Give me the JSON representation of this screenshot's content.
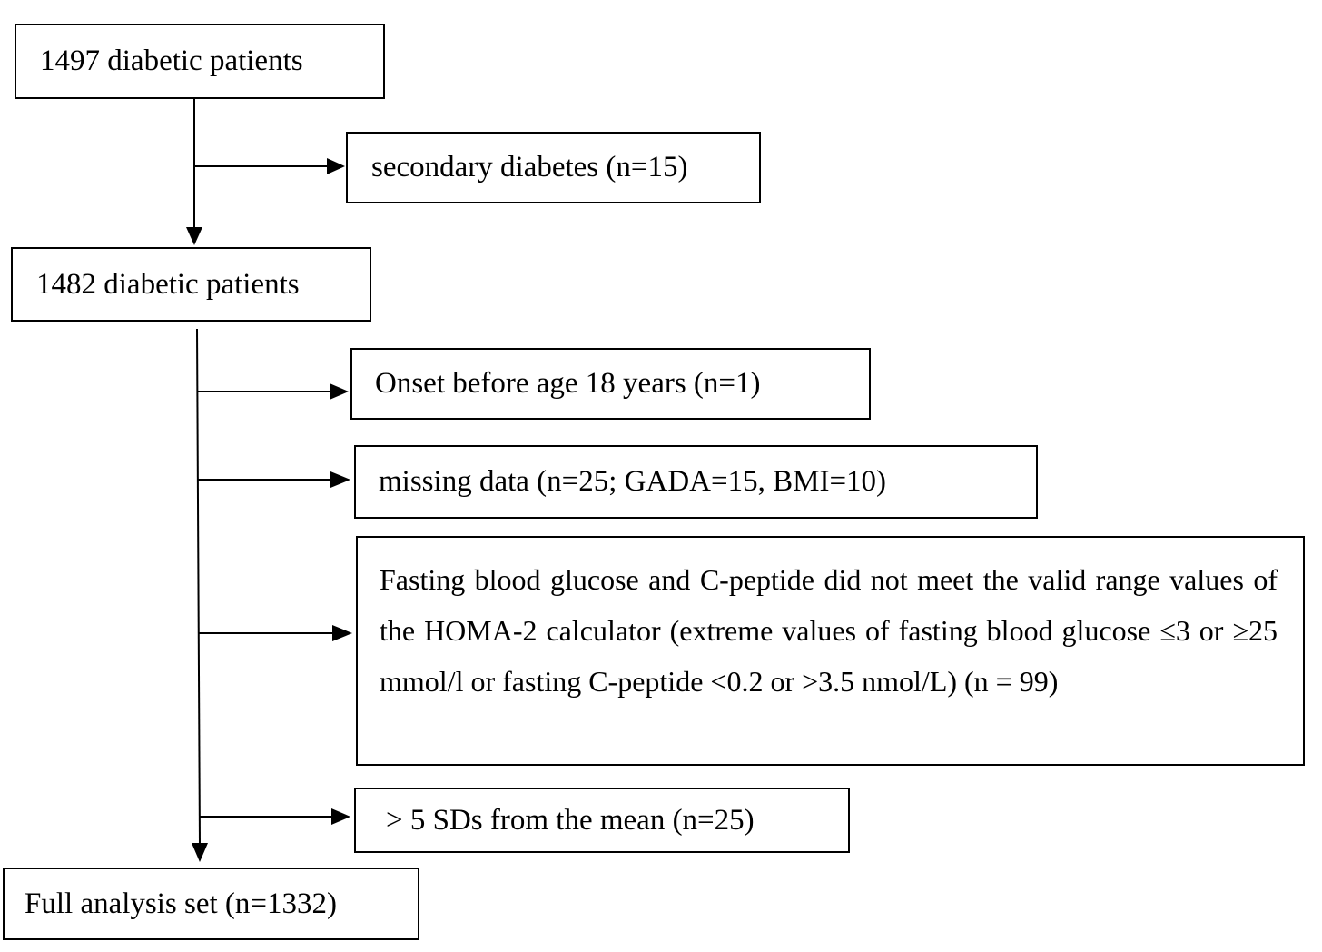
{
  "flowchart": {
    "start": {
      "label": "1497 diabetic patients"
    },
    "exclusion_1": {
      "label": "secondary diabetes (n=15)"
    },
    "after_exclusion_1": {
      "label": "1482 diabetic patients"
    },
    "exclusion_2": {
      "label": "Onset before age 18 years (n=1)"
    },
    "exclusion_3": {
      "label": "missing data (n=25; GADA=15, BMI=10)"
    },
    "exclusion_4": {
      "label": "Fasting blood glucose and C-peptide did not meet the valid range values of the HOMA-2 calculator (extreme values of fasting blood glucose ≤3 or ≥25 mmol/l or fasting C-peptide <0.2 or >3.5 nmol/L) (n = 99)"
    },
    "exclusion_5": {
      "label": "> 5 SDs from the mean (n=25)"
    },
    "final": {
      "label": "Full analysis set (n=1332)"
    }
  },
  "colors": {
    "line": "#000000",
    "box_border": "#000000",
    "background": "#ffffff"
  }
}
